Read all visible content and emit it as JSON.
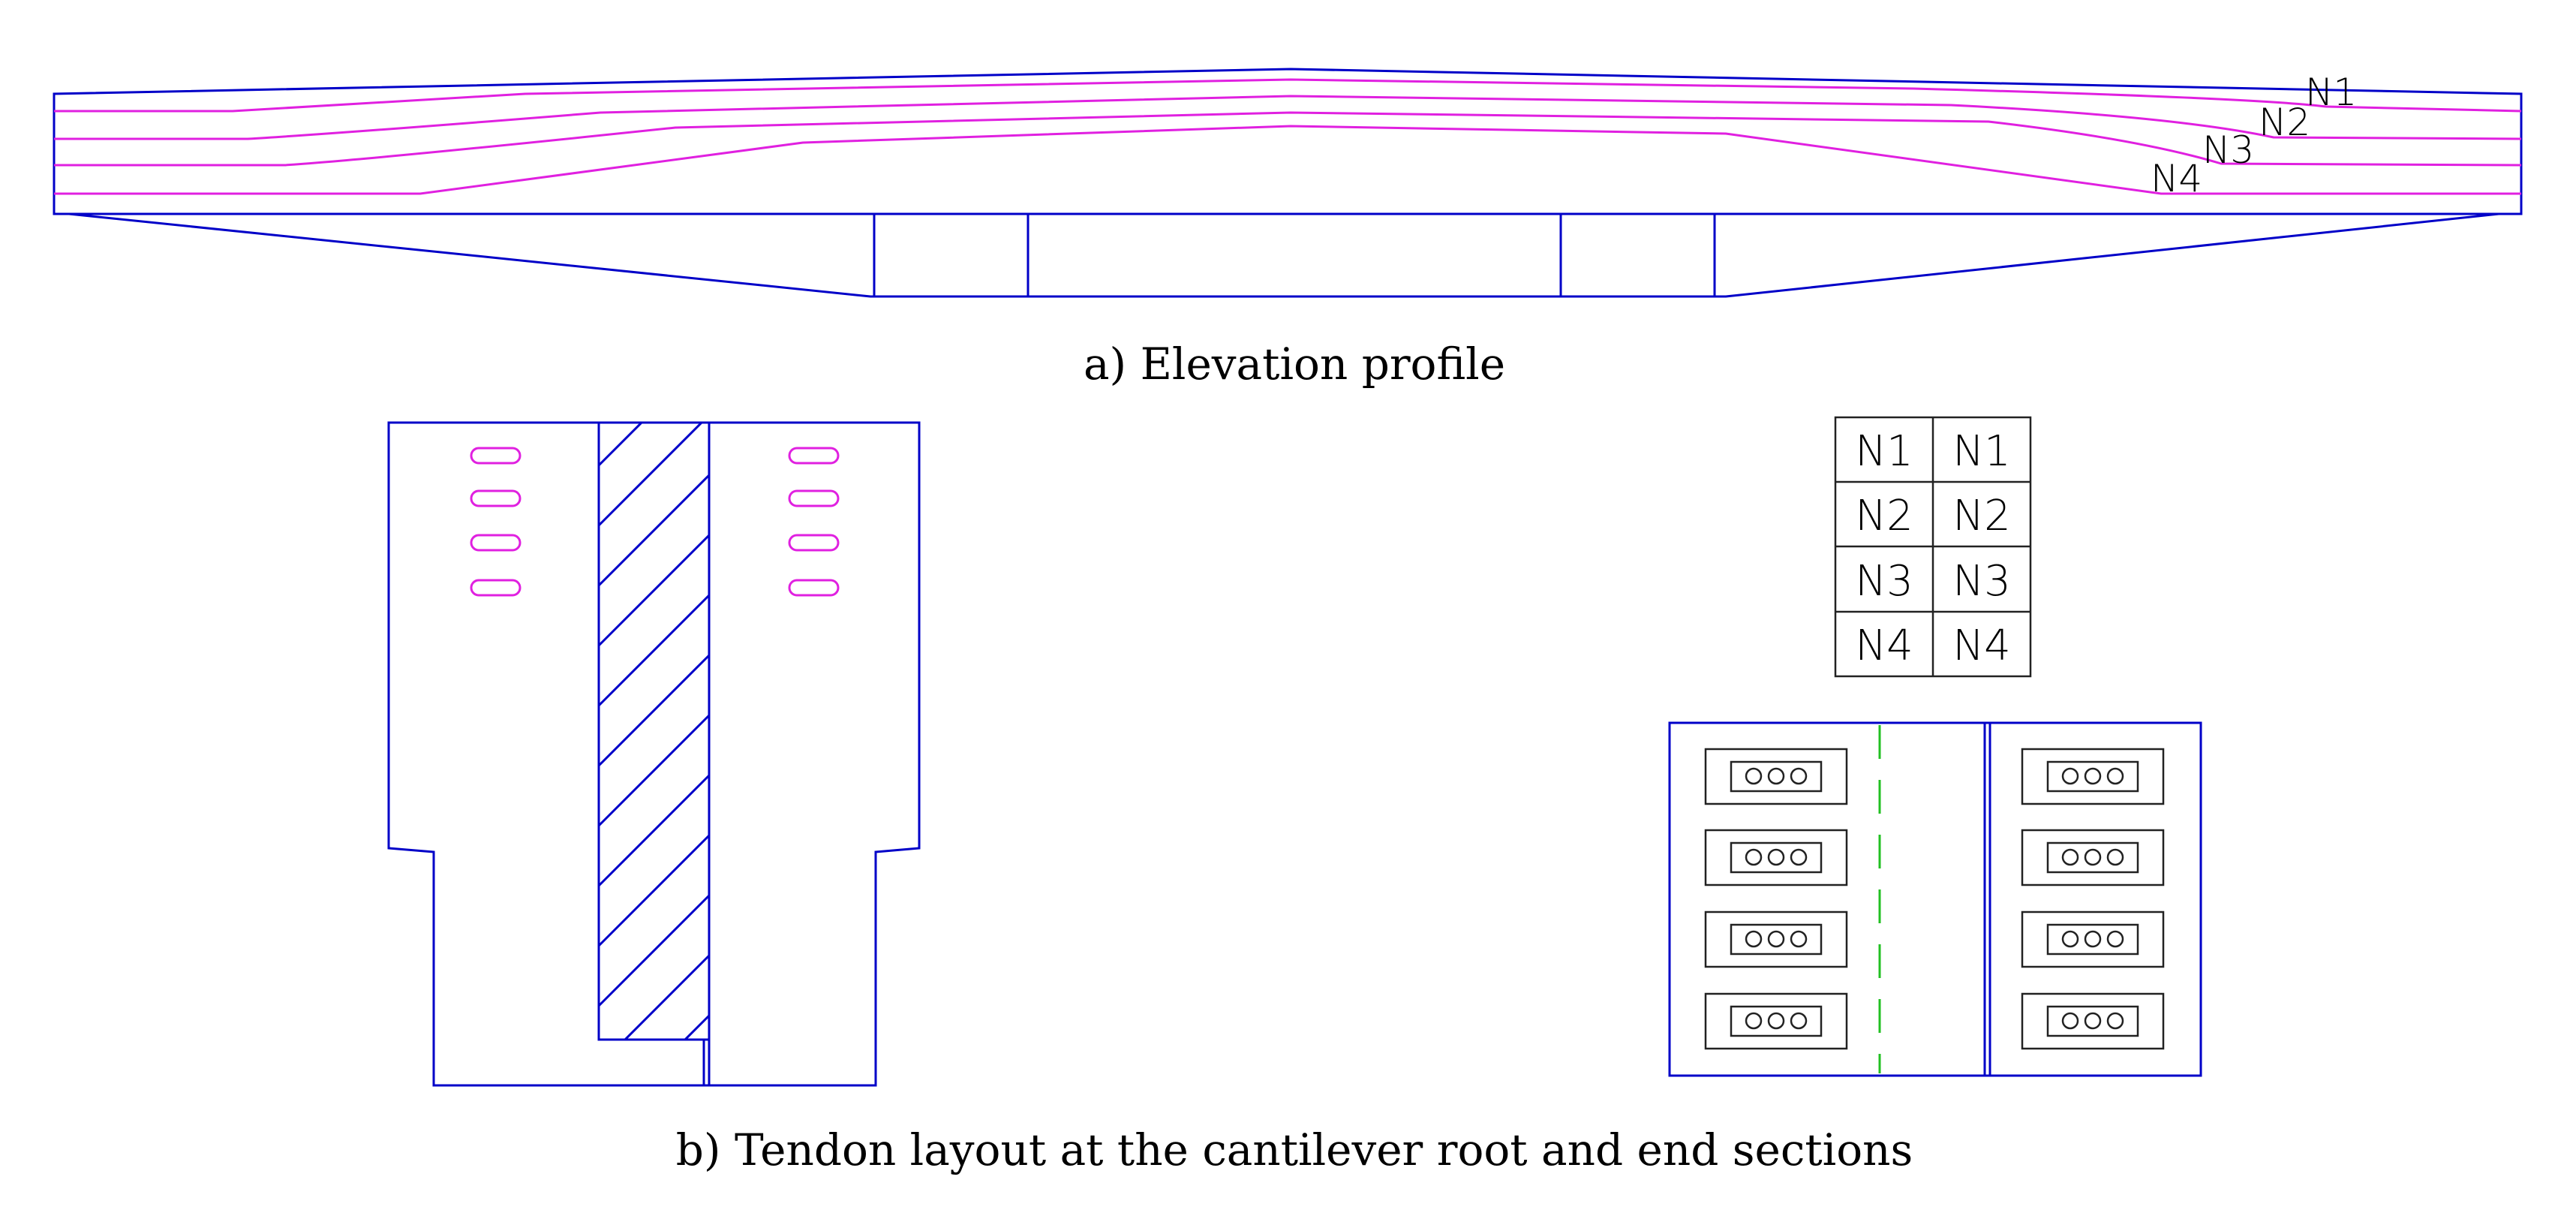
{
  "elevation": {
    "caption": "a) Elevation profile",
    "tendon_labels": [
      "N1",
      "N2",
      "N3",
      "N4"
    ]
  },
  "sections": {
    "caption": "b) Tendon layout at the cantilever root and end sections",
    "table": [
      [
        "N1",
        "N1"
      ],
      [
        "N2",
        "N2"
      ],
      [
        "N3",
        "N3"
      ],
      [
        "N4",
        "N4"
      ]
    ]
  },
  "colors": {
    "structure_outline": "#0000c8",
    "tendon": "#e020e0",
    "centerline": "#22c022",
    "anchor": "#222222"
  }
}
